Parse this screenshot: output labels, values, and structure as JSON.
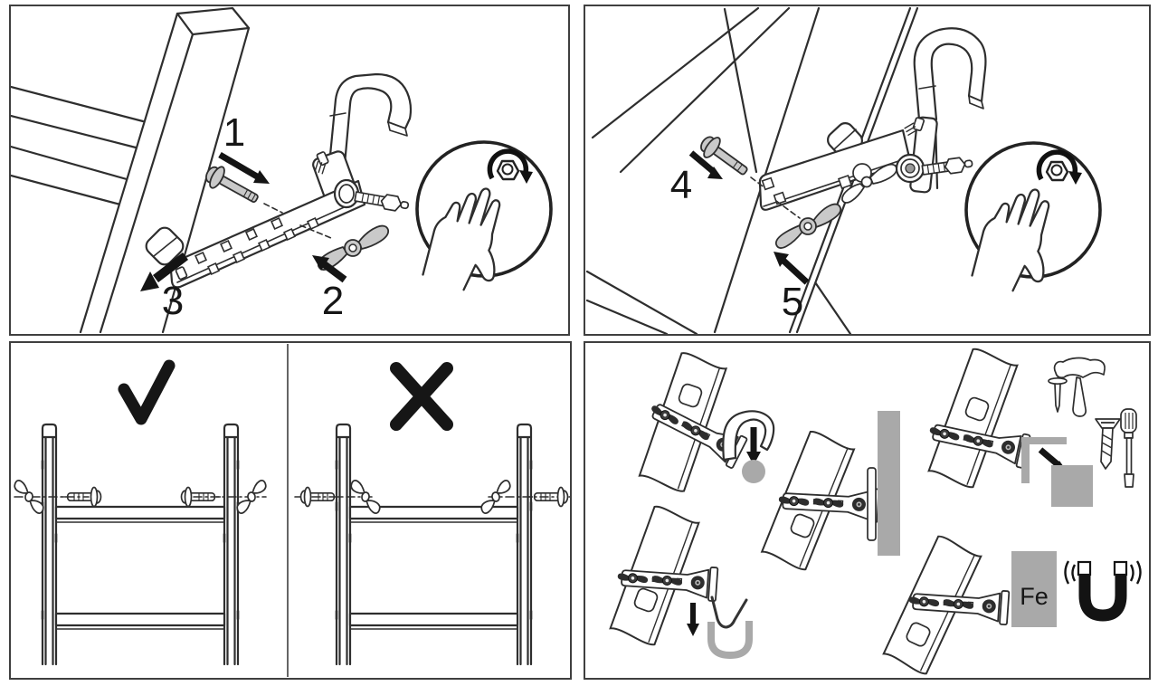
{
  "colors": {
    "line": "#2e2e2e",
    "dark": "#161616",
    "solid_gray": "#a9a9a9",
    "part_gray": "#c9c9c9",
    "background": "#ffffff"
  },
  "panel_top_left": {
    "step_labels": {
      "bolt": "1",
      "wing_nut": "2",
      "slide": "3"
    },
    "icons": [
      "ladder-rail-icon",
      "rung-icon",
      "bolt-icon",
      "hook-bracket-icon",
      "wing-nut-icon",
      "hand-tighten-icon",
      "arrow-icon"
    ]
  },
  "panel_top_right": {
    "step_labels": {
      "bolt": "4",
      "wing_nut": "5"
    },
    "icons": [
      "ladder-rail-icon",
      "bolt-icon",
      "hook-bracket-icon",
      "wing-nut-icon",
      "hand-tighten-icon",
      "arrow-icon"
    ]
  },
  "panel_bottom_left": {
    "marks": {
      "correct": "check",
      "incorrect": "cross"
    },
    "icons": [
      "check-icon",
      "cross-icon",
      "shelf-frame-icon",
      "bolt-icon",
      "wing-nut-icon"
    ]
  },
  "panel_bottom_right": {
    "labels": {
      "iron": "Fe"
    },
    "icons": [
      "hook-over-icon",
      "ball-icon",
      "wall-mount-icon",
      "corner-bracket-icon",
      "hammer-icon",
      "nail-icon",
      "screw-icon",
      "screwdriver-icon",
      "hook-down-icon",
      "u-hook-icon",
      "magnet-icon",
      "iron-plate-icon"
    ]
  }
}
